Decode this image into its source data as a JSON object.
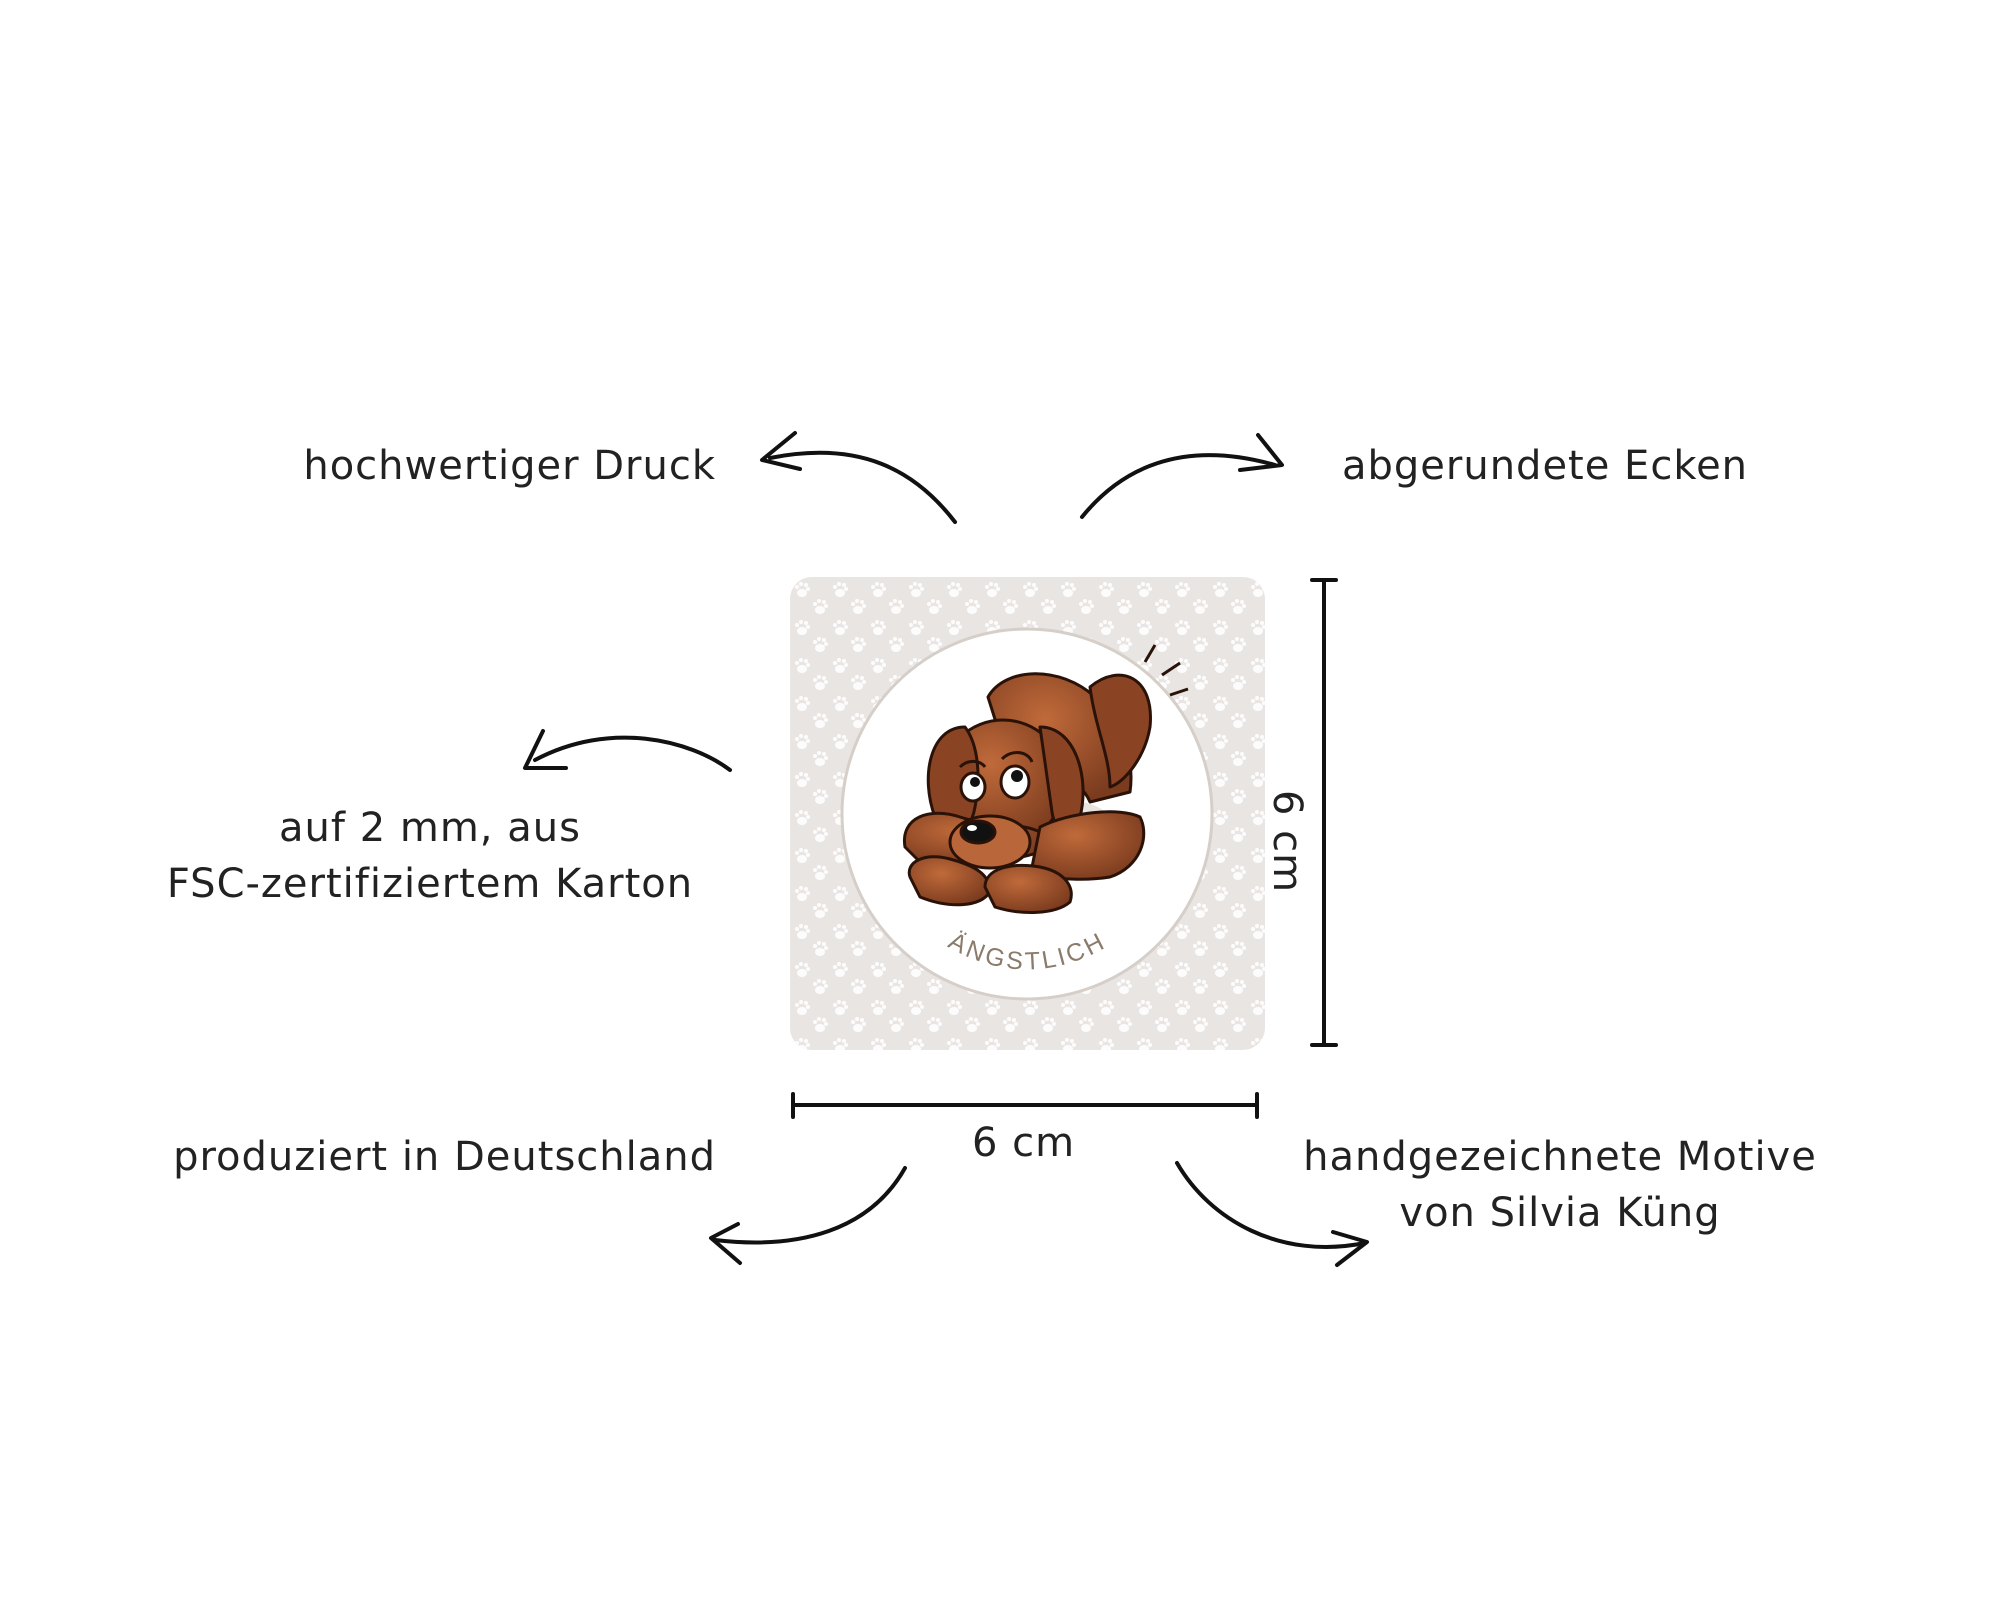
{
  "features": {
    "top_left": "hochwertiger Druck",
    "top_right": "abgerundete Ecken",
    "mid_left_line1": "auf 2 mm, aus",
    "mid_left_line2": "FSC-zertifiziertem Karton",
    "bottom_left": "produziert in Deutschland",
    "bottom_right_line1": "handgezeichnete Motive",
    "bottom_right_line2": "von Silvia Küng"
  },
  "dimensions": {
    "width_label": "6 cm",
    "height_label": "6 cm"
  },
  "card": {
    "caption": "ÄNGSTLICH",
    "background_color": "#e9e5e2",
    "paw_color": "#ffffff",
    "ring_color": "#d6cfc9",
    "caption_color": "#8b7b6b",
    "dog_color": "#a0522d",
    "dog_shade_color": "#7a3b1e",
    "illustration": "puppy-illustration"
  },
  "colors": {
    "text": "#222222",
    "arrow": "#111111"
  }
}
